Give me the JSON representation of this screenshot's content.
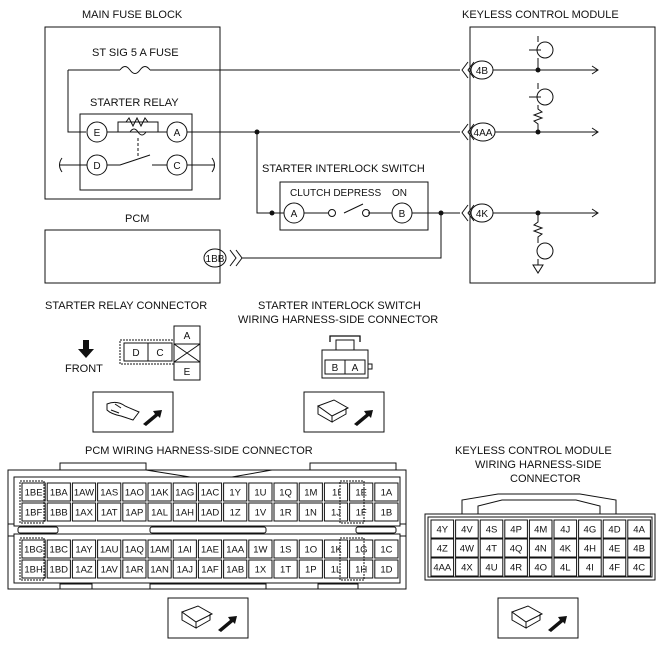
{
  "labels": {
    "main_fuse_block": "MAIN FUSE BLOCK",
    "keyless_module": "KEYLESS CONTROL MODULE",
    "st_sig_fuse": "ST SIG 5 A FUSE",
    "starter_relay": "STARTER RELAY",
    "interlock_switch": "STARTER INTERLOCK SWITCH",
    "clutch_depress": "CLUTCH DEPRESS",
    "on": "ON",
    "pcm": "PCM",
    "starter_relay_connector": "STARTER RELAY CONNECTOR",
    "interlock_connector_1": "STARTER INTERLOCK SWITCH",
    "interlock_connector_2": "WIRING HARNESS-SIDE CONNECTOR",
    "front": "FRONT",
    "pcm_connector": "PCM WIRING HARNESS-SIDE CONNECTOR",
    "kcm_connector_1": "KEYLESS CONTROL MODULE",
    "kcm_connector_2": "WIRING HARNESS-SIDE",
    "kcm_connector_3": "CONNECTOR"
  },
  "terminals": {
    "relay_e": "E",
    "relay_a": "A",
    "relay_d": "D",
    "relay_c": "C",
    "switch_a": "A",
    "switch_b": "B",
    "kcm_4b": "4B",
    "kcm_4aa": "4AA",
    "kcm_4k": "4K",
    "pcm_1bb": "1BB"
  },
  "relay_connector": {
    "d": "D",
    "c": "C",
    "a": "A",
    "e": "E"
  },
  "interlock_connector": {
    "b": "B",
    "a": "A"
  },
  "pcm_pins": [
    [
      "1BE",
      "1BA",
      "1AW",
      "1AS",
      "1AO",
      "1AK",
      "1AG",
      "1AC",
      "1Y",
      "1U",
      "1Q",
      "1M",
      "1I",
      "1E",
      "1A"
    ],
    [
      "1BF",
      "1BB",
      "1AX",
      "1AT",
      "1AP",
      "1AL",
      "1AH",
      "1AD",
      "1Z",
      "1V",
      "1R",
      "1N",
      "1J",
      "1F",
      "1B"
    ],
    [
      "1BG",
      "1BC",
      "1AY",
      "1AU",
      "1AQ",
      "1AM",
      "1AI",
      "1AE",
      "1AA",
      "1W",
      "1S",
      "1O",
      "1K",
      "1G",
      "1C"
    ],
    [
      "1BH",
      "1BD",
      "1AZ",
      "1AV",
      "1AR",
      "1AN",
      "1AJ",
      "1AF",
      "1AB",
      "1X",
      "1T",
      "1P",
      "1L",
      "1H",
      "1D"
    ]
  ],
  "kcm_pins": [
    [
      "4Y",
      "4V",
      "4S",
      "4P",
      "4M",
      "4J",
      "4G",
      "4D",
      "4A"
    ],
    [
      "4Z",
      "4W",
      "4T",
      "4Q",
      "4N",
      "4K",
      "4H",
      "4E",
      "4B"
    ],
    [
      "4AA",
      "4X",
      "4U",
      "4R",
      "4O",
      "4L",
      "4I",
      "4F",
      "4C"
    ]
  ]
}
